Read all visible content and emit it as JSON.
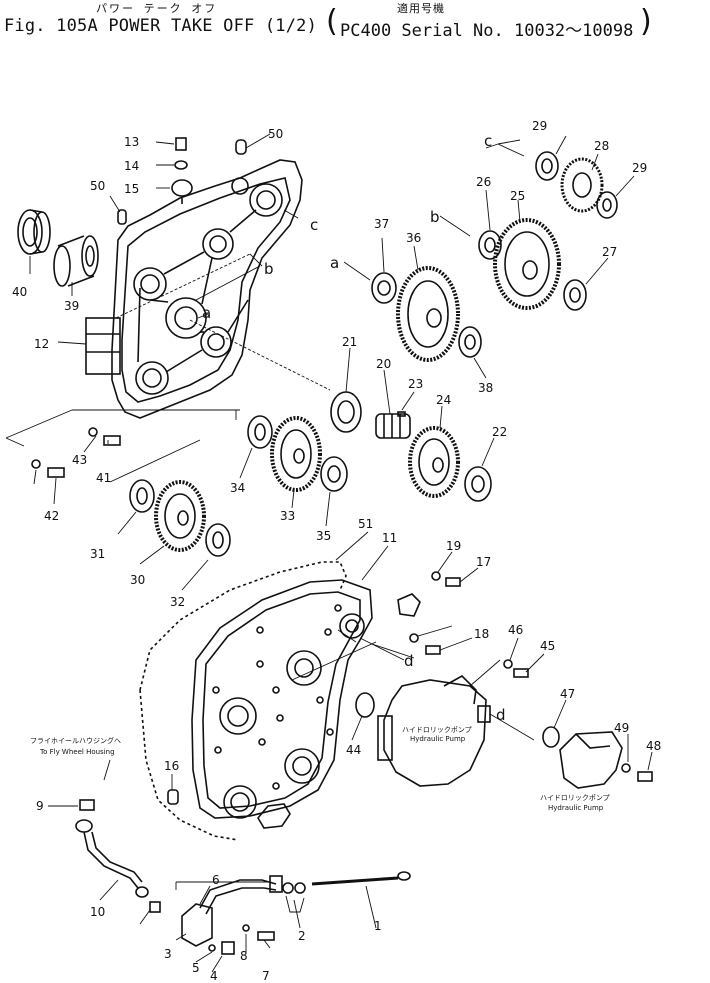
{
  "header": {
    "fig_title": "Fig. 105A POWER TAKE OFF (1/2)",
    "title_kana": "パワー テーク オフ",
    "model_kana": "適用号機",
    "serial": "PC400 Serial No. 10032～10098"
  },
  "labels": {
    "pump1_jp": "ハイドロリックポンプ",
    "pump1_en": "Hydraulic Pump",
    "pump2_jp": "ハイドロリックポンプ",
    "pump2_en": "Hydraulic Pump",
    "flywheel_jp": "フライホイールハウジングへ",
    "flywheel_en": "To Fly Wheel Housing"
  },
  "letters": [
    "a",
    "b",
    "c",
    "d"
  ],
  "parts": [
    "1",
    "2",
    "3",
    "4",
    "5",
    "6",
    "7",
    "8",
    "9",
    "10",
    "11",
    "12",
    "13",
    "14",
    "15",
    "16",
    "17",
    "18",
    "19",
    "20",
    "21",
    "22",
    "23",
    "24",
    "25",
    "26",
    "27",
    "28",
    "29",
    "30",
    "31",
    "32",
    "33",
    "34",
    "35",
    "36",
    "37",
    "38",
    "39",
    "40",
    "41",
    "42",
    "43",
    "44",
    "45",
    "46",
    "47",
    "48",
    "49",
    "50",
    "51"
  ]
}
